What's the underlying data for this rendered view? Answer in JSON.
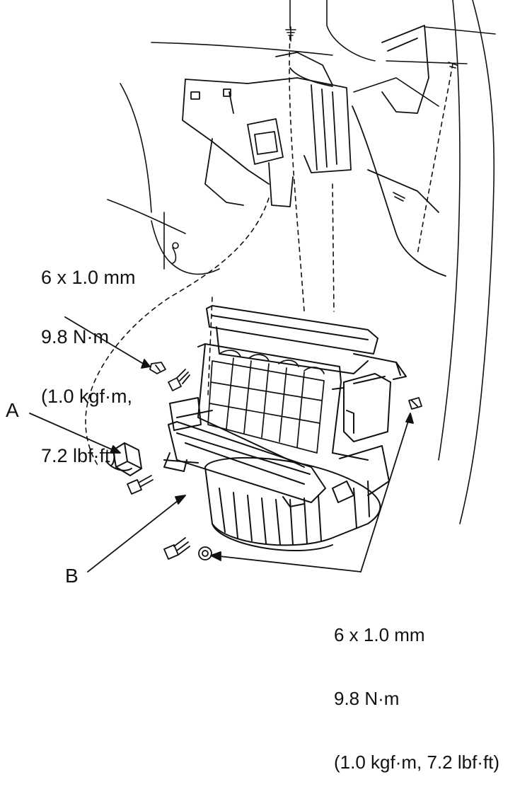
{
  "callouts": {
    "upper_torque": {
      "size": "6 x 1.0 mm",
      "torque_nm": "9.8 N·m",
      "torque_kgf_line1": "(1.0 kgf·m,",
      "torque_lbf_line2": "7.2 lbf·ft)"
    },
    "lower_torque": {
      "size": "6 x 1.0 mm",
      "torque_nm": "9.8 N·m",
      "torque_full": "(1.0 kgf·m, 7.2 lbf·ft)"
    }
  },
  "labels": {
    "a": "A",
    "b": "B"
  },
  "colors": {
    "line": "#111111",
    "background": "#ffffff"
  }
}
